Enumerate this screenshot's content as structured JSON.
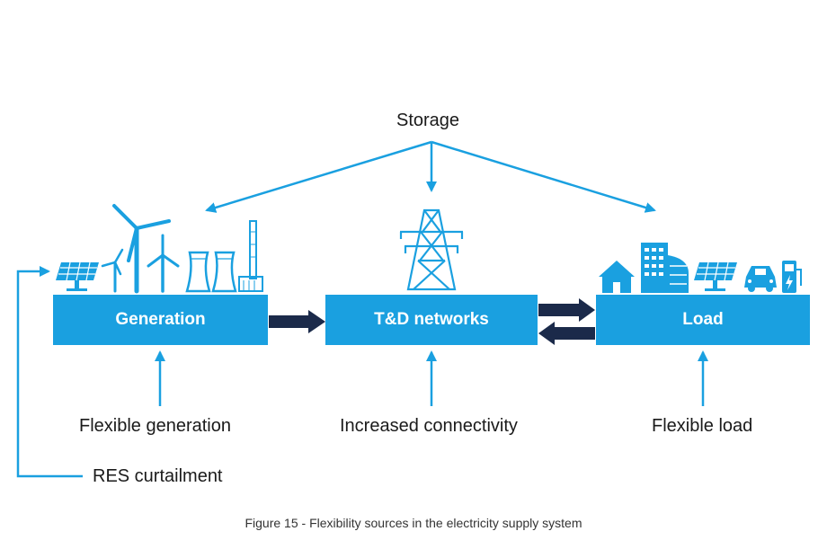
{
  "title": "Storage",
  "boxes": {
    "generation": "Generation",
    "networks": "T&D networks",
    "load": "Load"
  },
  "labels": {
    "flexible_generation": "Flexible generation",
    "increased_connectivity": "Increased connectivity",
    "flexible_load": "Flexible load",
    "res_curtailment": "RES curtailment"
  },
  "caption": "Figure 15 - Flexibility sources in the electricity supply system",
  "colors": {
    "accent": "#1aa0e0",
    "dark_arrow": "#1b2a4a"
  },
  "icons": {
    "generation": [
      "solar-panel-icon",
      "wind-turbine-icon",
      "wind-turbine-icon",
      "wind-turbine-icon",
      "cooling-tower-icon",
      "factory-chimney-icon"
    ],
    "networks": [
      "transmission-tower-icon"
    ],
    "load": [
      "house-icon",
      "office-building-icon",
      "solar-panel-icon",
      "car-icon",
      "ev-charger-icon"
    ]
  }
}
